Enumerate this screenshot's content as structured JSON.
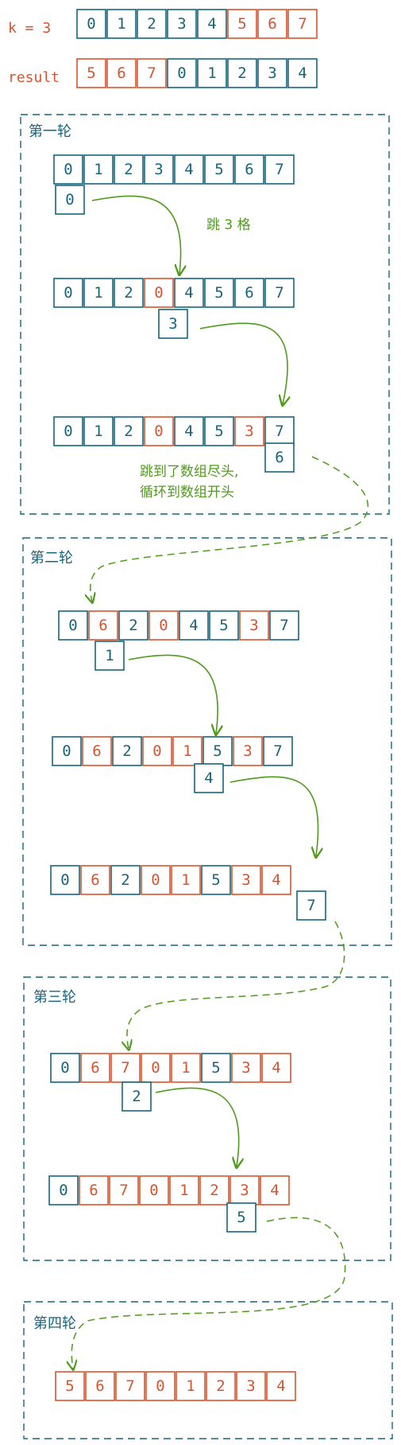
{
  "colors": {
    "teal": "#16657d",
    "orange": "#d9542c",
    "green": "#4f9a1c"
  },
  "header": {
    "k_label": "k = 3",
    "result_label": "result"
  },
  "notes": {
    "jump": "跳 3 格",
    "wrap_line1": "跳到了数组尽头,",
    "wrap_line2": "循环到数组开头"
  },
  "rounds": [
    {
      "title": "第一轮"
    },
    {
      "title": "第二轮"
    },
    {
      "title": "第三轮"
    },
    {
      "title": "第四轮"
    }
  ],
  "arrays": [
    {
      "name": "header-array-k",
      "values": [
        "0",
        "1",
        "2",
        "3",
        "4",
        "5",
        "6",
        "7"
      ],
      "highlighted": [
        5,
        6,
        7
      ]
    },
    {
      "name": "header-array-result",
      "values": [
        "5",
        "6",
        "7",
        "0",
        "1",
        "2",
        "3",
        "4"
      ],
      "highlighted": [
        0,
        1,
        2
      ]
    },
    {
      "name": "round1-step1-array",
      "values": [
        "0",
        "1",
        "2",
        "3",
        "4",
        "5",
        "6",
        "7"
      ],
      "highlighted": []
    },
    {
      "name": "round1-step2-array",
      "values": [
        "0",
        "1",
        "2",
        "0",
        "4",
        "5",
        "6",
        "7"
      ],
      "highlighted": [
        3
      ]
    },
    {
      "name": "round1-step3-array",
      "values": [
        "0",
        "1",
        "2",
        "0",
        "4",
        "5",
        "3",
        "7"
      ],
      "highlighted": [
        3,
        6
      ]
    },
    {
      "name": "round2-step1-array",
      "values": [
        "0",
        "6",
        "2",
        "0",
        "4",
        "5",
        "3",
        "7"
      ],
      "highlighted": [
        1,
        3,
        6
      ]
    },
    {
      "name": "round2-step2-array",
      "values": [
        "0",
        "6",
        "2",
        "0",
        "1",
        "5",
        "3",
        "7"
      ],
      "highlighted": [
        1,
        3,
        4,
        6
      ]
    },
    {
      "name": "round2-step3-array",
      "values": [
        "0",
        "6",
        "2",
        "0",
        "1",
        "5",
        "3",
        "4"
      ],
      "highlighted": [
        1,
        3,
        4,
        6,
        7
      ]
    },
    {
      "name": "round3-step1-array",
      "values": [
        "0",
        "6",
        "7",
        "0",
        "1",
        "5",
        "3",
        "4"
      ],
      "highlighted": [
        1,
        2,
        3,
        4,
        6,
        7
      ]
    },
    {
      "name": "round3-step2-array",
      "values": [
        "0",
        "6",
        "7",
        "0",
        "1",
        "2",
        "3",
        "4"
      ],
      "highlighted": [
        1,
        2,
        3,
        4,
        5,
        6,
        7
      ]
    },
    {
      "name": "round4-final-array",
      "values": [
        "5",
        "6",
        "7",
        "0",
        "1",
        "2",
        "3",
        "4"
      ],
      "highlighted": [
        0,
        1,
        2,
        3,
        4,
        5,
        6,
        7
      ]
    }
  ],
  "temps": [
    {
      "name": "temp-value-0",
      "value": "0"
    },
    {
      "name": "temp-value-3",
      "value": "3"
    },
    {
      "name": "temp-value-6",
      "value": "6"
    },
    {
      "name": "temp-value-1",
      "value": "1"
    },
    {
      "name": "temp-value-4",
      "value": "4"
    },
    {
      "name": "temp-value-7",
      "value": "7"
    },
    {
      "name": "temp-value-2",
      "value": "2"
    },
    {
      "name": "temp-value-5",
      "value": "5"
    }
  ]
}
